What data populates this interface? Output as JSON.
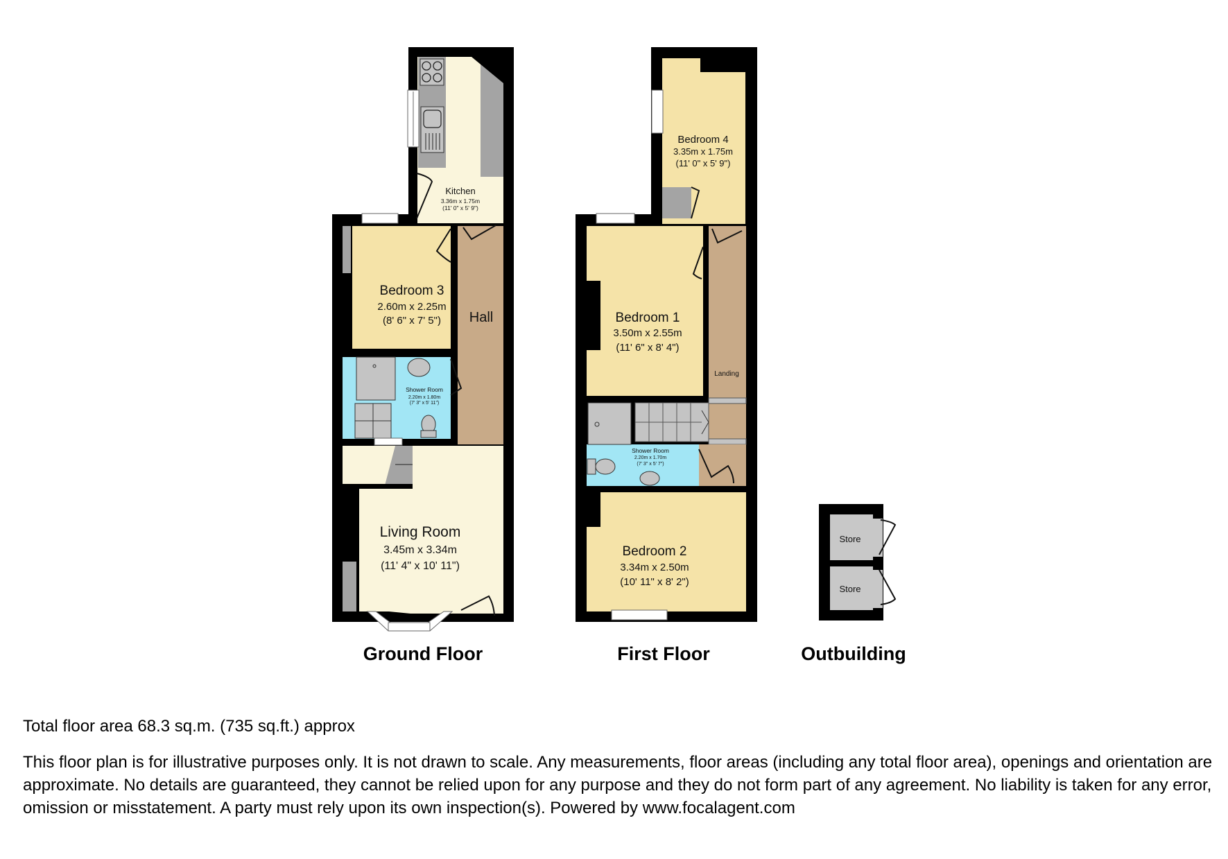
{
  "colors": {
    "wall": "#000000",
    "bedroom": "#f5e3a8",
    "kitchen_living": "#faf5dc",
    "hall_landing": "#c8aa88",
    "shower_room": "#a2e6f5",
    "fixture_grey": "#a4a4a4",
    "store": "#c8c8c8"
  },
  "floors": [
    {
      "title": "Ground Floor",
      "rooms": [
        {
          "name": "Kitchen",
          "metric": "3.36m x 1.75m",
          "imperial": "(11' 0\" x 5' 9\")"
        },
        {
          "name": "Bedroom 3",
          "metric": "2.60m x 2.25m",
          "imperial": "(8' 6\" x 7' 5\")"
        },
        {
          "name": "Hall"
        },
        {
          "name": "Shower Room",
          "metric": "2.20m x 1.80m",
          "imperial": "(7' 3\" x 5' 11\")"
        },
        {
          "name": "Living Room",
          "metric": "3.45m x 3.34m",
          "imperial": "(11' 4\" x 10' 11\")"
        }
      ]
    },
    {
      "title": "First Floor",
      "rooms": [
        {
          "name": "Bedroom 4",
          "metric": "3.35m x 1.75m",
          "imperial": "(11' 0\" x 5' 9\")"
        },
        {
          "name": "Bedroom 1",
          "metric": "3.50m x 2.55m",
          "imperial": "(11' 6\" x 8' 4\")"
        },
        {
          "name": "Landing"
        },
        {
          "name": "Shower Room",
          "metric": "2.20m x 1.70m",
          "imperial": "(7' 3\" x 5' 7\")"
        },
        {
          "name": "Bedroom 2",
          "metric": "3.34m x 2.50m",
          "imperial": "(10' 11\" x 8' 2\")"
        }
      ]
    },
    {
      "title": "Outbuilding",
      "rooms": [
        {
          "name": "Store"
        },
        {
          "name": "Store"
        }
      ]
    }
  ],
  "footer": {
    "total_area": "Total floor area 68.3 sq.m. (735 sq.ft.) approx",
    "disclaimer": "This floor plan is for illustrative purposes only. It is not drawn to scale. Any measurements, floor areas (including any total floor area), openings and orientation are approximate. No details are guaranteed, they cannot be relied upon for any purpose and they do not form part of any agreement. No liability is taken for any error, omission or misstatement. A party must rely upon its own inspection(s). Powered by www.focalagent.com"
  }
}
